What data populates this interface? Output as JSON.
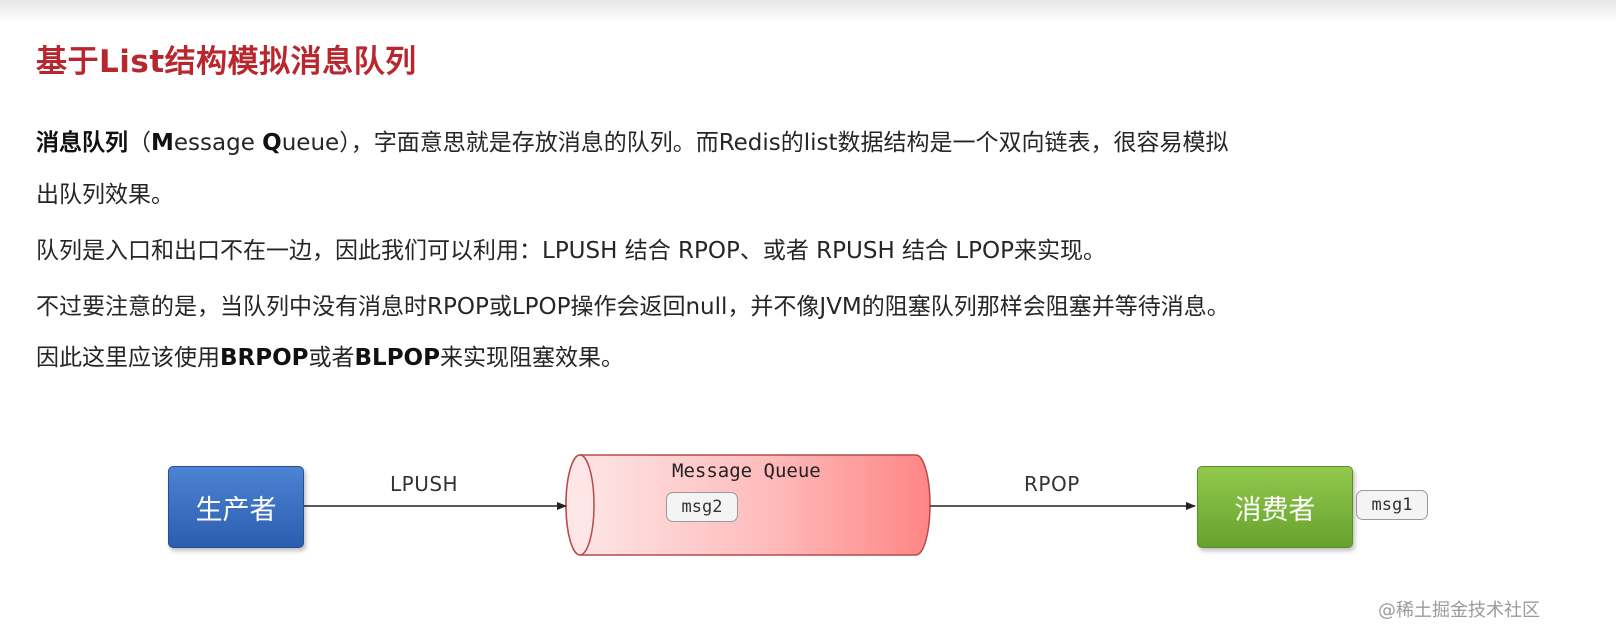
{
  "title": "基于List结构模拟消息队列",
  "paragraphs": {
    "p1_bold": "消息队列",
    "p1_open": "（",
    "p1_M": "M",
    "p1_essage": "essage ",
    "p1_Q": "Q",
    "p1_ueue": "ueue",
    "p1_rest": "），字面意思就是存放消息的队列。而Redis的list数据结构是一个双向链表，很容易模拟",
    "p1_line2": "出队列效果。",
    "p2": "队列是入口和出口不在一边，因此我们可以利用：LPUSH 结合 RPOP、或者 RPUSH 结合 LPOP来实现。",
    "p3": "不过要注意的是，当队列中没有消息时RPOP或LPOP操作会返回null，并不像JVM的阻塞队列那样会阻塞并等待消息。",
    "p3b_pre": "因此这里应该使用",
    "p3b_bold1": "BRPOP",
    "p3b_mid": "或者",
    "p3b_bold2": "BLPOP",
    "p3b_post": "来实现阻塞效果。"
  },
  "diagram": {
    "producer": "生产者",
    "consumer": "消费者",
    "push_label": "LPUSH",
    "pop_label": "RPOP",
    "queue_label": "Message Queue",
    "queue_item": "msg2",
    "consumed_item": "msg1",
    "colors": {
      "producer": "#3a6fc4",
      "consumer": "#7ab53c",
      "queue": "#ff8d8d"
    }
  },
  "watermark": "@稀土掘金技术社区"
}
